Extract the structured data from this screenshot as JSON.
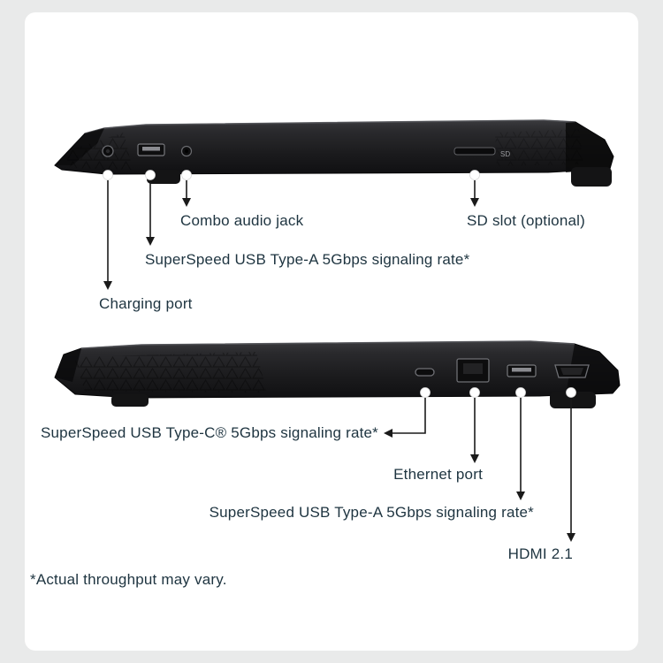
{
  "colors": {
    "background": "#e9eaea",
    "card": "#ffffff",
    "text": "#1e3440",
    "callout_line": "#1a1a1a",
    "laptop_body": "#1b1b1d"
  },
  "top_diagram": {
    "view": "left-side-view",
    "labels": {
      "combo_audio": "Combo audio jack",
      "usb_a": "SuperSpeed USB Type-A 5Gbps signaling rate*",
      "charging": "Charging port",
      "sd_slot": "SD slot (optional)"
    },
    "port_marking_sd": "SD"
  },
  "bottom_diagram": {
    "view": "right-side-view",
    "labels": {
      "usb_c": "SuperSpeed USB Type-C® 5Gbps signaling rate*",
      "ethernet": "Ethernet port",
      "usb_a": "SuperSpeed USB Type-A 5Gbps signaling rate*",
      "hdmi": "HDMI 2.1"
    }
  },
  "footnote": "*Actual throughput may vary."
}
